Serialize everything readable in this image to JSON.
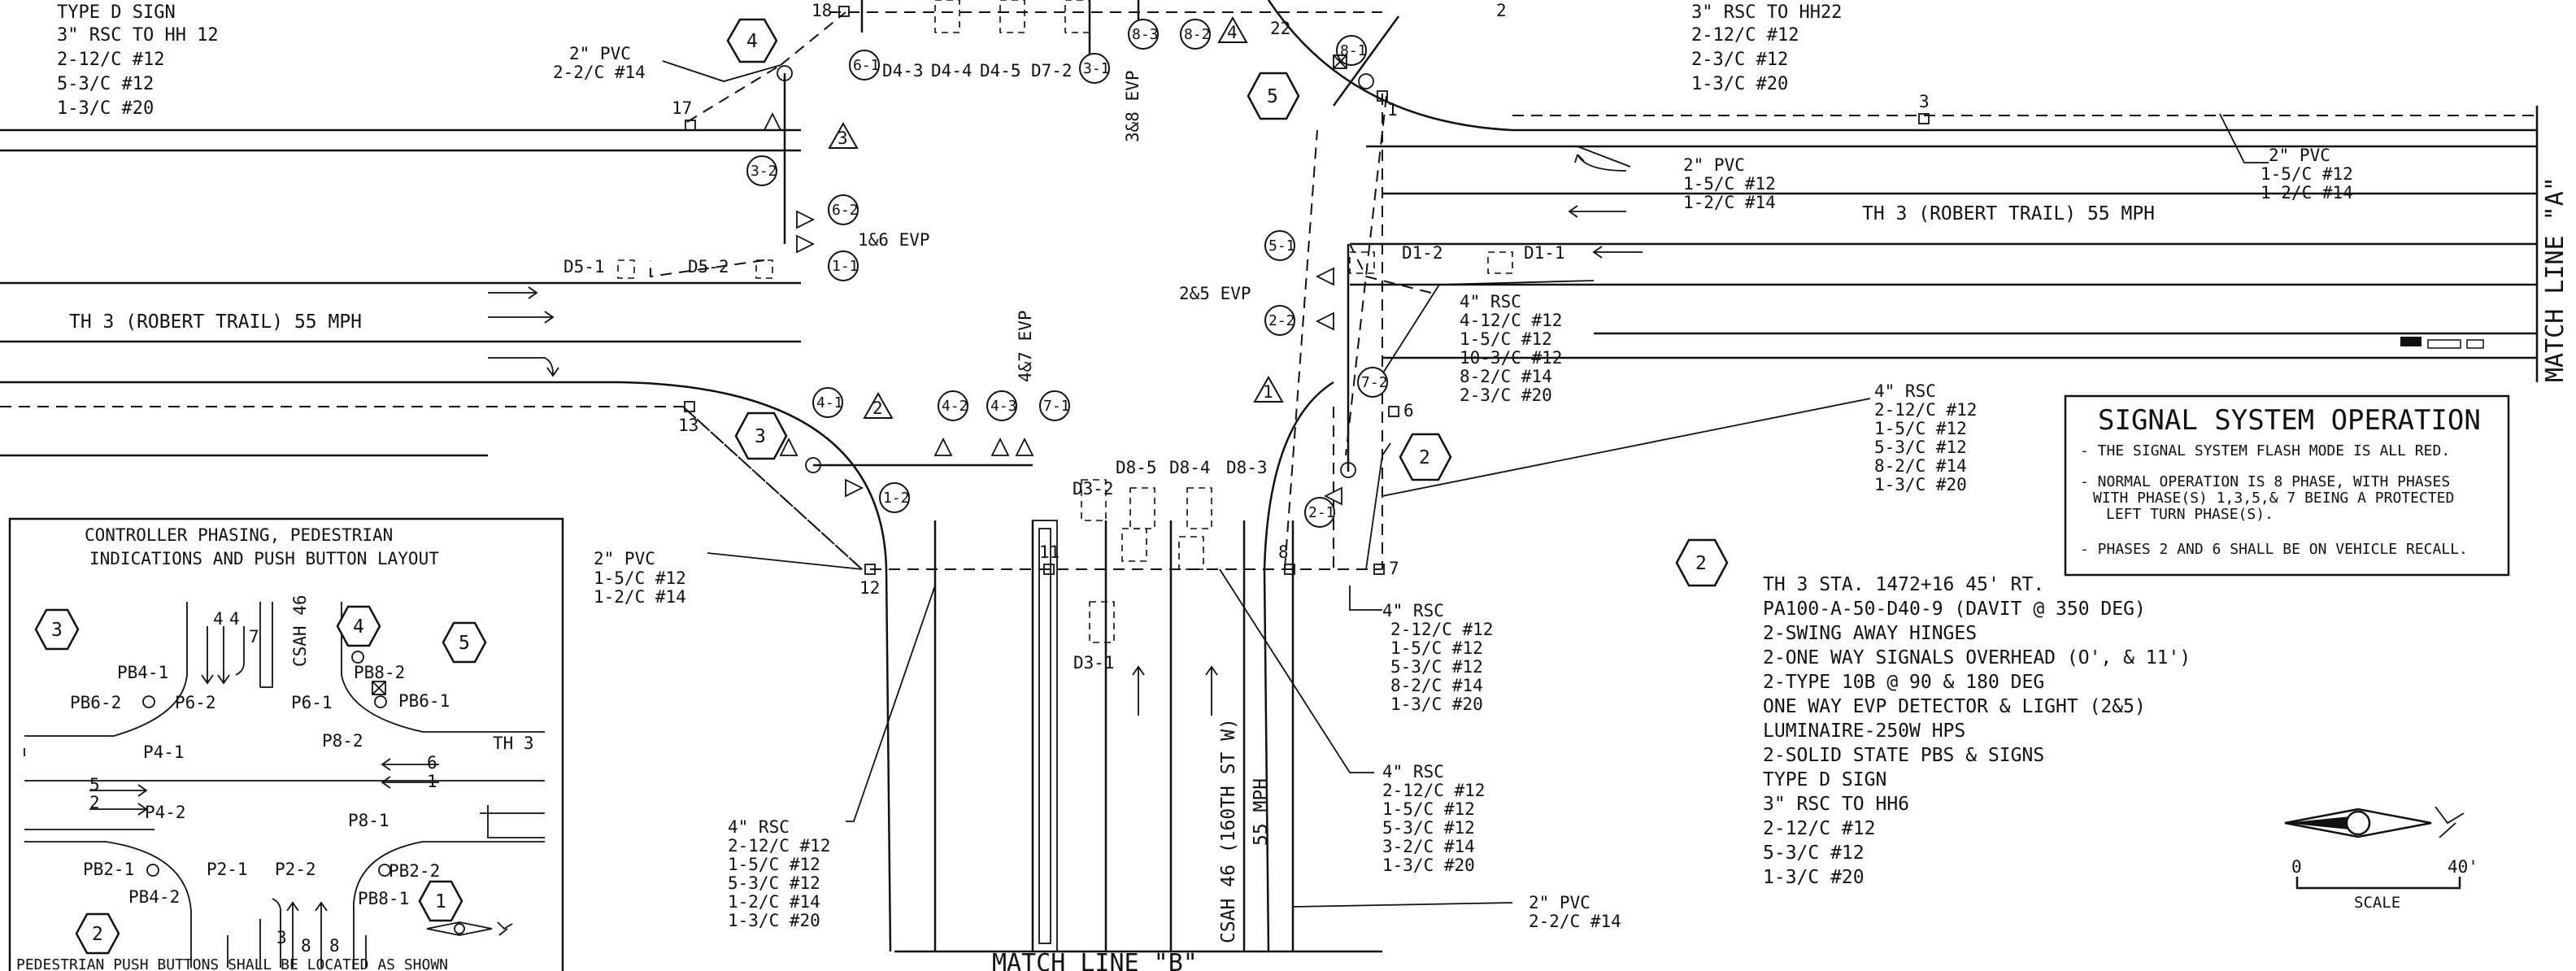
{
  "top_left_notes": [
    "TYPE D SIGN",
    "3\" RSC TO HH 12",
    "2-12/C #12",
    "5-3/C #12",
    "1-3/C #20"
  ],
  "top_right_notes": [
    "3\" RSC TO HH22",
    "2-12/C #12",
    "2-3/C #12",
    "1-3/C #20"
  ],
  "road_labels": {
    "th3_left": "TH 3 (ROBERT TRAIL) 55 MPH",
    "th3_right": "TH 3 (ROBERT TRAIL) 55 MPH",
    "csah46": "CSAH 46 (160TH ST W)",
    "csah46_speed": "55 MPH",
    "evp_3_8": "3&8 EVP",
    "evp_4_7": "4&7 EVP",
    "evp_1_6": "1&6 EVP",
    "evp_2_5": "2&5 EVP"
  },
  "match_lines": {
    "a": "MATCH LINE \"A\"",
    "b": "MATCH LINE \"B\""
  },
  "detectors": [
    "D5-1",
    "D5-2",
    "D1-2",
    "D1-1",
    "D3-2",
    "D8-5",
    "D8-4",
    "D8-3",
    "D3-1",
    "D4-3",
    "D4-4",
    "D4-5",
    "D7-2"
  ],
  "signal_heads": [
    "6-1",
    "5-1",
    "3-2",
    "6-2",
    "1-1",
    "4-1",
    "4-2",
    "4-3",
    "7-1",
    "1-2",
    "2-2",
    "7-2",
    "2-1",
    "8-3",
    "8-2",
    "3-1",
    "8-1"
  ],
  "handholes": [
    "18",
    "17",
    "13",
    "12",
    "11",
    "8",
    "7",
    "6",
    "3",
    "1",
    "2",
    "22"
  ],
  "hex_numbers": [
    "4",
    "5",
    "3",
    "2",
    "2"
  ],
  "triangle_numbers": [
    "3",
    "2",
    "4",
    "1"
  ],
  "conduits": {
    "c1": [
      "2\" PVC",
      "2-2/C #14"
    ],
    "c2": [
      "2\" PVC",
      "1-5/C #12",
      "1-2/C #14"
    ],
    "c3": [
      "2\" PVC",
      "1-5/C #12",
      "1-2/C #14"
    ],
    "c4": [
      "4\" RSC",
      "4-12/C #12",
      "1-5/C #12",
      "10-3/C #12",
      "8-2/C #14",
      "2-3/C #20"
    ],
    "c5": [
      "4\" RSC",
      "2-12/C #12",
      "1-5/C #12",
      "5-3/C #12",
      "8-2/C #14",
      "1-3/C #20"
    ],
    "c6": [
      "2\" PVC",
      "1-5/C #12",
      "1-2/C #14"
    ],
    "c7": [
      "4\" RSC",
      "2-12/C #12",
      "1-5/C #12",
      "5-3/C #12",
      "8-2/C #14",
      "1-3/C #20"
    ],
    "c8": [
      "4\" RSC",
      "2-12/C #12",
      "1-5/C #12",
      "5-3/C #12",
      "3-2/C #14",
      "1-3/C #20"
    ],
    "c9": [
      "4\" RSC",
      "2-12/C #12",
      "1-5/C #12",
      "5-3/C #12",
      "1-2/C #14",
      "1-3/C #20"
    ],
    "c10": [
      "2\" PVC",
      "2-2/C #14"
    ]
  },
  "signal_system": {
    "title": "SIGNAL SYSTEM OPERATION",
    "line1": "- THE SIGNAL SYSTEM FLASH MODE IS ALL RED.",
    "line2a": "- NORMAL OPERATION IS 8 PHASE, WITH PHASES",
    "line2b": "WITH PHASE(S) 1,3,5,& 7 BEING A PROTECTED",
    "line2c": "LEFT TURN PHASE(S).",
    "line3": "- PHASES 2 AND 6 SHALL BE ON VEHICLE RECALL."
  },
  "pole_details": {
    "hex": "2",
    "lines": [
      "TH 3 STA. 1472+16 45' RT.",
      "PA100-A-50-D40-9 (DAVIT @ 350 DEG)",
      "2-SWING AWAY HINGES",
      "2-ONE WAY SIGNALS OVERHEAD (O', & 11')",
      "2-TYPE 10B @ 90 & 180 DEG",
      "ONE WAY EVP DETECTOR & LIGHT (2&5)",
      "LUMINAIRE-250W HPS",
      "2-SOLID STATE PBS & SIGNS",
      "TYPE D SIGN",
      "3\" RSC TO HH6",
      "2-12/C #12",
      "5-3/C #12",
      "1-3/C #20"
    ]
  },
  "scale": {
    "label": "SCALE",
    "start": "0",
    "end": "40'"
  },
  "phasing": {
    "title1": "CONTROLLER PHASING, PEDESTRIAN",
    "title2": "INDICATIONS AND PUSH BUTTON LAYOUT",
    "footer": "PEDESTRIAN PUSH BUTTONS SHALL BE LOCATED AS SHOWN",
    "road_csah": "CSAH 46",
    "road_th": "TH 3",
    "hexes": [
      "3",
      "4",
      "5",
      "2",
      "1"
    ],
    "labels": [
      "PB4-1",
      "PB6-2",
      "P6-2",
      "P6-1",
      "PB8-2",
      "PB6-1",
      "P4-1",
      "P8-2",
      "P4-2",
      "P8-1",
      "PB2-1",
      "P2-1",
      "P2-2",
      "PB2-2",
      "PB4-2",
      "PB8-1"
    ],
    "phase_numbers": [
      "4",
      "4",
      "7",
      "6",
      "1",
      "5",
      "2",
      "3",
      "8",
      "8"
    ]
  }
}
